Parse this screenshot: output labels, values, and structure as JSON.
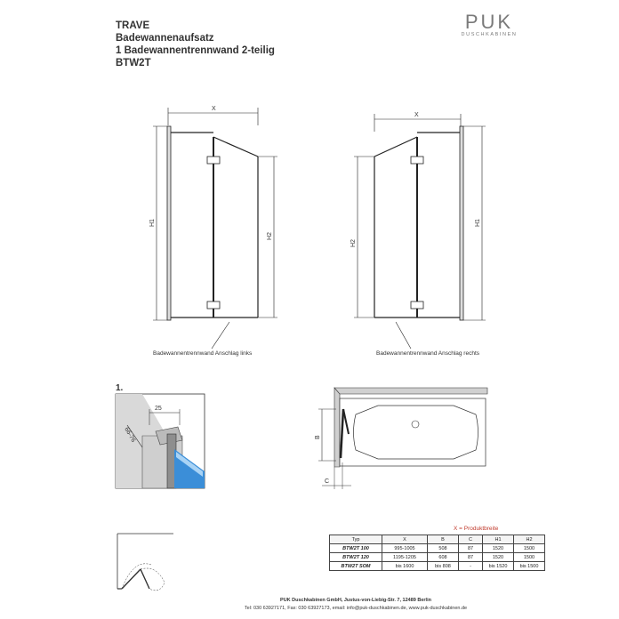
{
  "header": {
    "line1": "TRAVE",
    "line2": "Badewannenaufsatz",
    "line3": "1 Badewannentrennwand 2-teilig",
    "line4": "BTW2T"
  },
  "logo": {
    "name": "PUK",
    "subtitle": "DUSCHKABINEN"
  },
  "drawing_left": {
    "x": "X",
    "h1": "H1",
    "h2": "H2",
    "caption": "Badewannentrennwand Anschlag links"
  },
  "drawing_right": {
    "x": "X",
    "h1": "H1",
    "h2": "H2",
    "caption": "Badewannentrennwand Anschlag rechts"
  },
  "detail": {
    "step": "1.",
    "dim_width": "25",
    "dim_range": "66-76"
  },
  "tub": {
    "b": "B",
    "c": "C"
  },
  "legend": "X = Produktbreite",
  "table": {
    "headers": [
      "Typ",
      "X",
      "B",
      "C",
      "H1",
      "H2"
    ],
    "rows": [
      [
        "BTW2T 100",
        "995-1005",
        "508",
        "87",
        "1520",
        "1500"
      ],
      [
        "BTW2T 120",
        "1195-1205",
        "608",
        "87",
        "1520",
        "1500"
      ],
      [
        "BTW2T SOM",
        "bis 1600",
        "bis 808",
        "-",
        "bis 1520",
        "bis 1500"
      ]
    ]
  },
  "footer": {
    "line1": "PUK Duschkabinen GmbH, Justus-von-Liebig-Str. 7, 12489 Berlin",
    "line2": "Tel: 030 63927171, Fax: 030 63927173, email: info@puk-duschkabinen.de, www.puk-duschkabinen.de"
  }
}
